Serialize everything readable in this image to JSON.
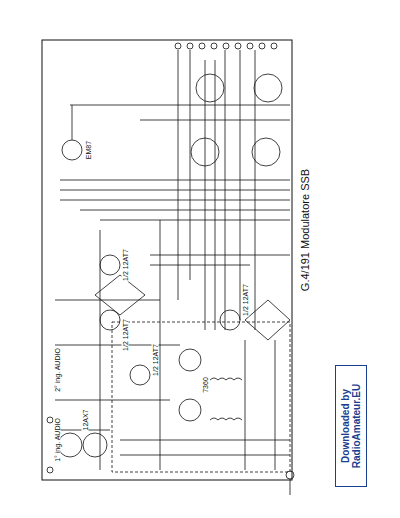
{
  "diagram": {
    "title": "G.4/191 Modulatore SSB",
    "nodes": [
      {
        "text": [
          "Downloaded by RadioAmateur.EU"
        ]
      }
    ],
    "labels": [
      "12AX7",
      "1/2 12AT7",
      "1/2 12AT7",
      "1/2 12AT7",
      "1/2 12AT7",
      "7360",
      "EM87",
      "1° ing. AUDIO",
      "2° ing. AUDIO"
    ]
  }
}
